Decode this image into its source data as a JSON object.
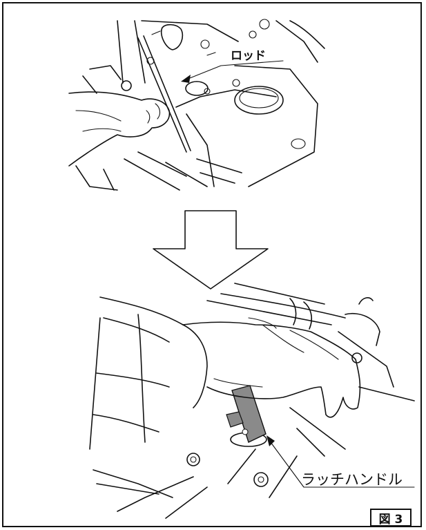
{
  "labels": {
    "rod": "ロッド",
    "latch_handle": "ラッチハンドル",
    "figure": "図 3"
  }
}
